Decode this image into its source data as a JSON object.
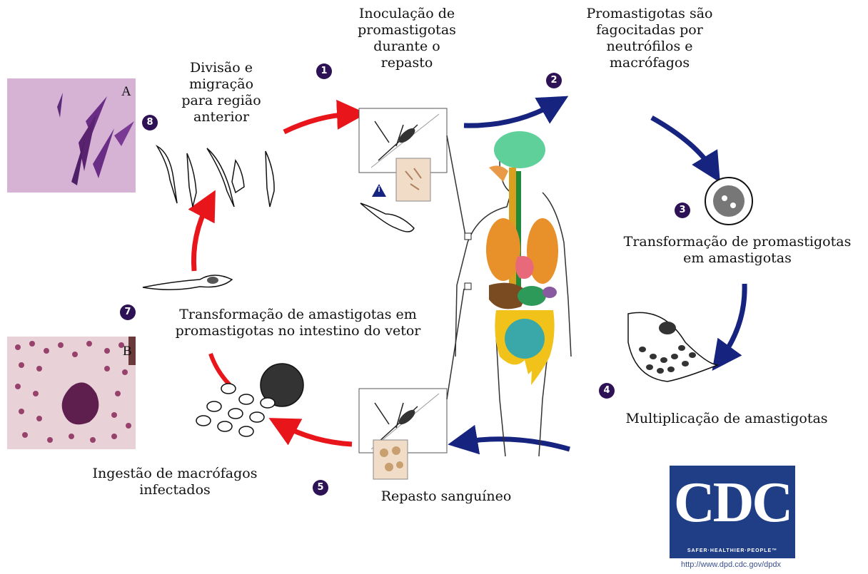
{
  "steps": {
    "s1": {
      "num": "1",
      "lines": [
        "Inoculação de",
        "promastigotas",
        "durante o",
        "repasto"
      ]
    },
    "s2": {
      "num": "2",
      "lines": [
        "Promastigotas são",
        "fagocitadas por",
        "neutrófilos e",
        "macrófagos"
      ]
    },
    "s3": {
      "num": "3",
      "lines": [
        "Transformação de promastigotas",
        "em amastigotas"
      ]
    },
    "s4": {
      "num": "4",
      "lines": [
        "Multiplicação de amastigotas"
      ]
    },
    "s5": {
      "num": "5",
      "lines": [
        "Repasto sanguíneo"
      ]
    },
    "s6": {
      "lines": [
        "Ingestão de macrófagos",
        "infectados"
      ]
    },
    "s7": {
      "num": "7",
      "lines": [
        "Transformação de amastigotas em",
        "promastigotas no intestino do vetor"
      ]
    },
    "s8": {
      "num": "8",
      "lines": [
        "Divisão e",
        "migração",
        "para região",
        "anterior"
      ]
    }
  },
  "infective_marker": "i",
  "photos": {
    "a_label": "A",
    "b_label": "B"
  },
  "logo": {
    "text": "CDC",
    "tagline": "SAFER·HEALTHIER·PEOPLE™",
    "url": "http://www.dpd.cdc.gov/dpdx"
  },
  "colors": {
    "vector_cycle": "#e8161b",
    "human_cycle": "#16237f",
    "badge": "#2e1256"
  }
}
